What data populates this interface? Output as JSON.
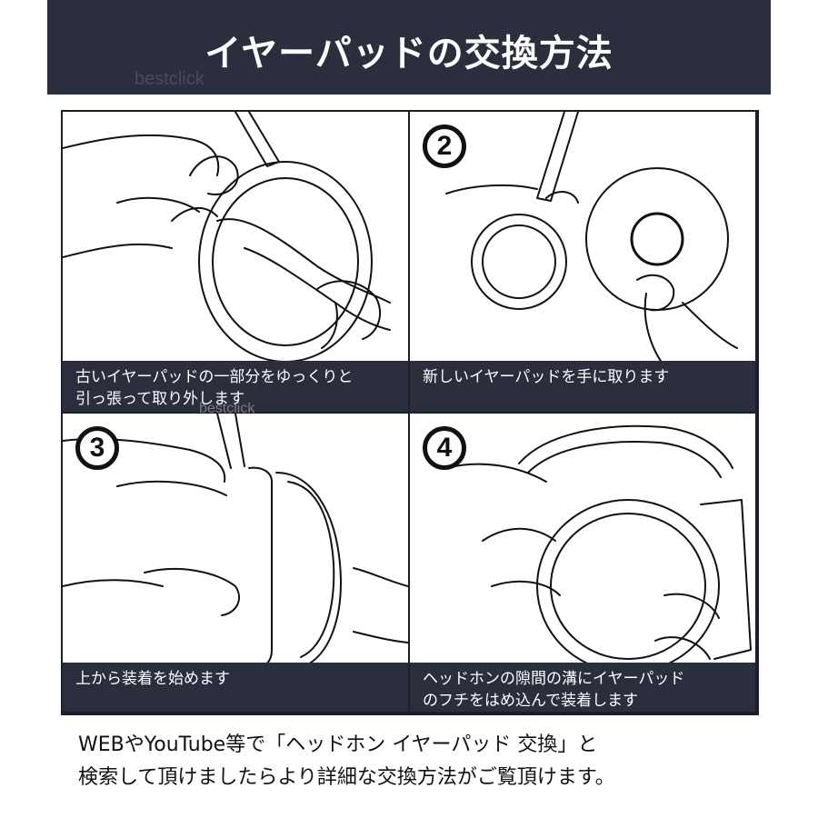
{
  "header": {
    "title": "イヤーパッドの交換方法"
  },
  "watermark": "bestclick",
  "steps": [
    {
      "number": "",
      "caption": [
        "古いイヤーパッドの一部分をゆっくりと",
        "引っ張って取り外します"
      ]
    },
    {
      "number": "2",
      "caption": [
        "新しいイヤーパッドを手に取ります"
      ]
    },
    {
      "number": "3",
      "caption": [
        "上から装着を始めます"
      ]
    },
    {
      "number": "4",
      "caption": [
        "ヘッドホンの隙間の溝にイヤーパッド",
        "のフチをはめ込んで装着します"
      ]
    }
  ],
  "footer": {
    "line1": "WEBやYouTube等で「ヘッドホン イヤーパッド 交換」と",
    "line2": "検索して頂けましたらより詳細な交換方法がご覧頂けます。"
  }
}
